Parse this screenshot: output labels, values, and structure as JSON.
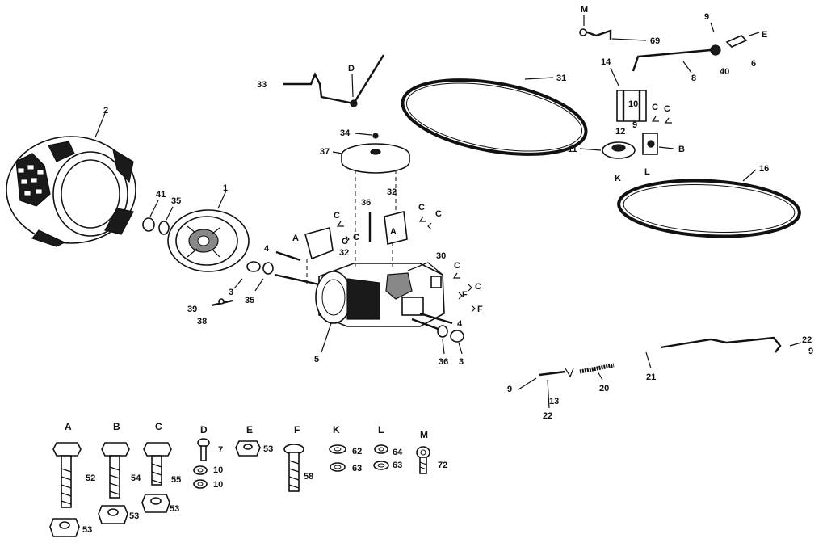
{
  "part_labels": {
    "p33": "33",
    "pD": "D",
    "p34": "34",
    "p37": "37",
    "p31": "31",
    "pM": "M",
    "p69": "69",
    "p9a": "9",
    "pE": "E",
    "p40": "40",
    "p6": "6",
    "p14": "14",
    "p8": "8",
    "p10": "10",
    "pC1": "C",
    "pC2": "C",
    "p9b": "9",
    "p12": "12",
    "p11": "11",
    "pB": "B",
    "pK": "K",
    "pL": "L",
    "p16": "16",
    "p2": "2",
    "p41": "41",
    "p35a": "35",
    "p1": "1",
    "p36a": "36",
    "p32a": "32",
    "pC3": "C",
    "pC4": "C",
    "pC5": "C",
    "pA1": "A",
    "pC6": "C",
    "pC7": "C",
    "pA2": "A",
    "p32b": "32",
    "p4a": "4",
    "p30": "30",
    "pC8": "C",
    "pC9": "C",
    "pF1": "F",
    "pF2": "F",
    "p3a": "3",
    "p35b": "35",
    "p39": "39",
    "p38": "38",
    "p5": "5",
    "p4b": "4",
    "p36b": "36",
    "p3b": "3",
    "p22a": "22",
    "p9c": "9",
    "p21": "21",
    "p9d": "9",
    "p20": "20",
    "p13": "13",
    "p22b": "22"
  },
  "hardware_legend": {
    "headers": {
      "A": "A",
      "B": "B",
      "C": "C",
      "D": "D",
      "E": "E",
      "F": "F",
      "K": "K",
      "L": "L",
      "M": "M"
    },
    "numbers": {
      "n52": "52",
      "n53a": "53",
      "n54": "54",
      "n53b": "53",
      "n55": "55",
      "n53c": "53",
      "n7": "7",
      "n10a": "10",
      "n10b": "10",
      "n53d": "53",
      "n58": "58",
      "n62": "62",
      "n63a": "63",
      "n64": "64",
      "n63b": "63",
      "n72": "72"
    }
  }
}
